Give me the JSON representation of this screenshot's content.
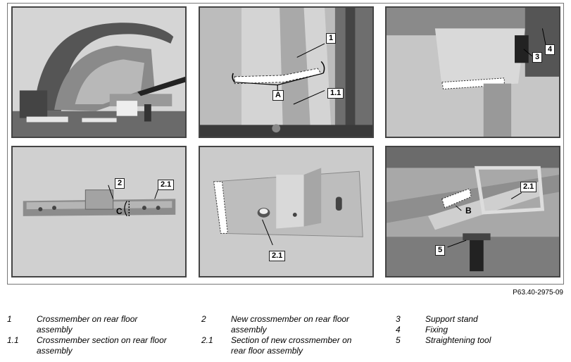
{
  "panel_labels": {
    "p2": [
      "1",
      "A",
      "1.1"
    ],
    "p3": [
      "3",
      "4"
    ],
    "p4": [
      "2",
      "2.1",
      "C"
    ],
    "p5": [
      "2.1"
    ],
    "p6": [
      "B",
      "2.1",
      "5"
    ]
  },
  "figure_ref": "P63.40-2975-09",
  "legend": [
    {
      "num": "1",
      "text": "Crossmember on rear floor assembly"
    },
    {
      "num": "1.1",
      "text": "Crossmember section on rear floor assembly"
    },
    {
      "num": "2",
      "text": "New crossmember on rear floor assembly"
    },
    {
      "num": "2.1",
      "text": "Section of new crossmember on rear floor assembly"
    },
    {
      "num": "3",
      "text": "Support stand"
    },
    {
      "num": "4",
      "text": "Fixing"
    },
    {
      "num": "5",
      "text": "Straightening tool"
    }
  ]
}
